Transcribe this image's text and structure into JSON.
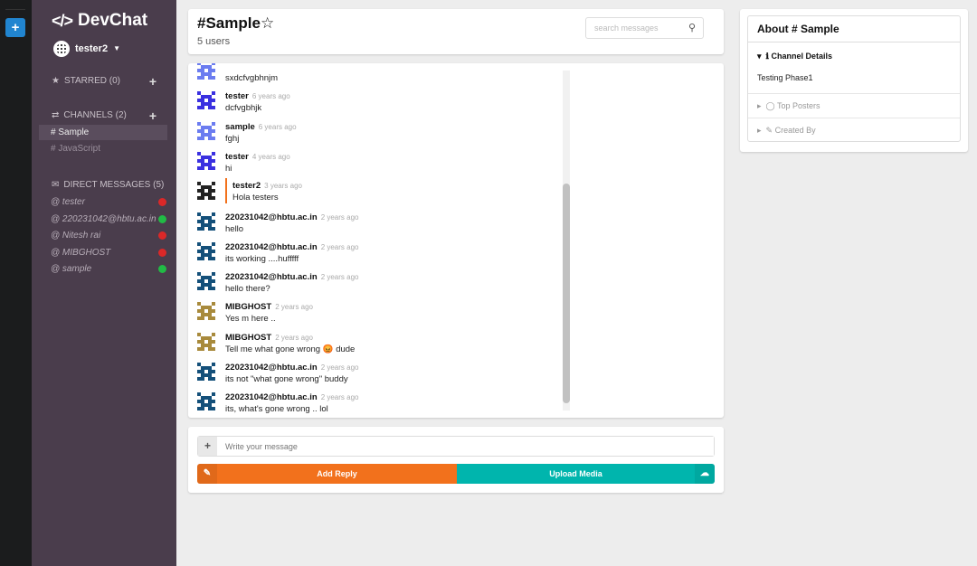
{
  "app": {
    "name": "DevChat",
    "user": "tester2",
    "add_label": "+"
  },
  "sidebar": {
    "starred": {
      "label": "STARRED (0)"
    },
    "channels": {
      "label": "CHANNELS (2)",
      "items": [
        {
          "label": "# Sample",
          "active": true
        },
        {
          "label": "# JavaScript",
          "active": false
        }
      ]
    },
    "direct": {
      "label": "DIRECT MESSAGES (5)",
      "items": [
        {
          "label": "@ tester",
          "status": "offline",
          "color": "#db2828"
        },
        {
          "label": "@ 220231042@hbtu.ac.in",
          "status": "online",
          "color": "#21ba45"
        },
        {
          "label": "@ Nitesh rai",
          "status": "offline",
          "color": "#db2828"
        },
        {
          "label": "@ MIBGHOST",
          "status": "offline",
          "color": "#db2828"
        },
        {
          "label": "@ sample",
          "status": "online",
          "color": "#21ba45"
        }
      ]
    }
  },
  "header": {
    "title": "#Sample",
    "users": "5 users",
    "search_placeholder": "search messages"
  },
  "messages": [
    {
      "name": "",
      "time": "",
      "text": "sxdcfvgbhnjm",
      "color": "#6b7cf0"
    },
    {
      "name": "tester",
      "time": "6 years ago",
      "text": "dcfvgbhjk",
      "color": "#3a30e0"
    },
    {
      "name": "sample",
      "time": "6 years ago",
      "text": "fghj",
      "color": "#6b7cf0"
    },
    {
      "name": "tester",
      "time": "4 years ago",
      "text": "hi",
      "color": "#3a30e0"
    },
    {
      "name": "tester2",
      "time": "3 years ago",
      "text": "Hola testers",
      "color": "#222222",
      "own": true
    },
    {
      "name": "220231042@hbtu.ac.in",
      "time": "2 years ago",
      "text": "hello",
      "color": "#14507a"
    },
    {
      "name": "220231042@hbtu.ac.in",
      "time": "2 years ago",
      "text": "its working ....hufffff",
      "color": "#14507a"
    },
    {
      "name": "220231042@hbtu.ac.in",
      "time": "2 years ago",
      "text": "hello there?",
      "color": "#14507a"
    },
    {
      "name": "MIBGHOST",
      "time": "2 years ago",
      "text": "Yes m here ..",
      "color": "#a88a3c"
    },
    {
      "name": "MIBGHOST",
      "time": "2 years ago",
      "text": "Tell me what gone wrong 😡 dude",
      "color": "#a88a3c"
    },
    {
      "name": "220231042@hbtu.ac.in",
      "time": "2 years ago",
      "text": "its not \"what gone wrong\" buddy",
      "color": "#14507a"
    },
    {
      "name": "220231042@hbtu.ac.in",
      "time": "2 years ago",
      "text": "its, what's gone wrong .. lol",
      "color": "#14507a"
    }
  ],
  "composer": {
    "placeholder": "Write your message",
    "add_reply": "Add Reply",
    "upload_media": "Upload Media"
  },
  "about": {
    "title": "About # Sample",
    "channel_details": "Channel Details",
    "description": "Testing Phase1",
    "top_posters": "Top Posters",
    "created_by": "Created By"
  },
  "colors": {
    "sidebar": "#4a3d4c",
    "accent_orange": "#f2711c",
    "accent_teal": "#00b5ad",
    "rail_button": "#2185d0"
  }
}
